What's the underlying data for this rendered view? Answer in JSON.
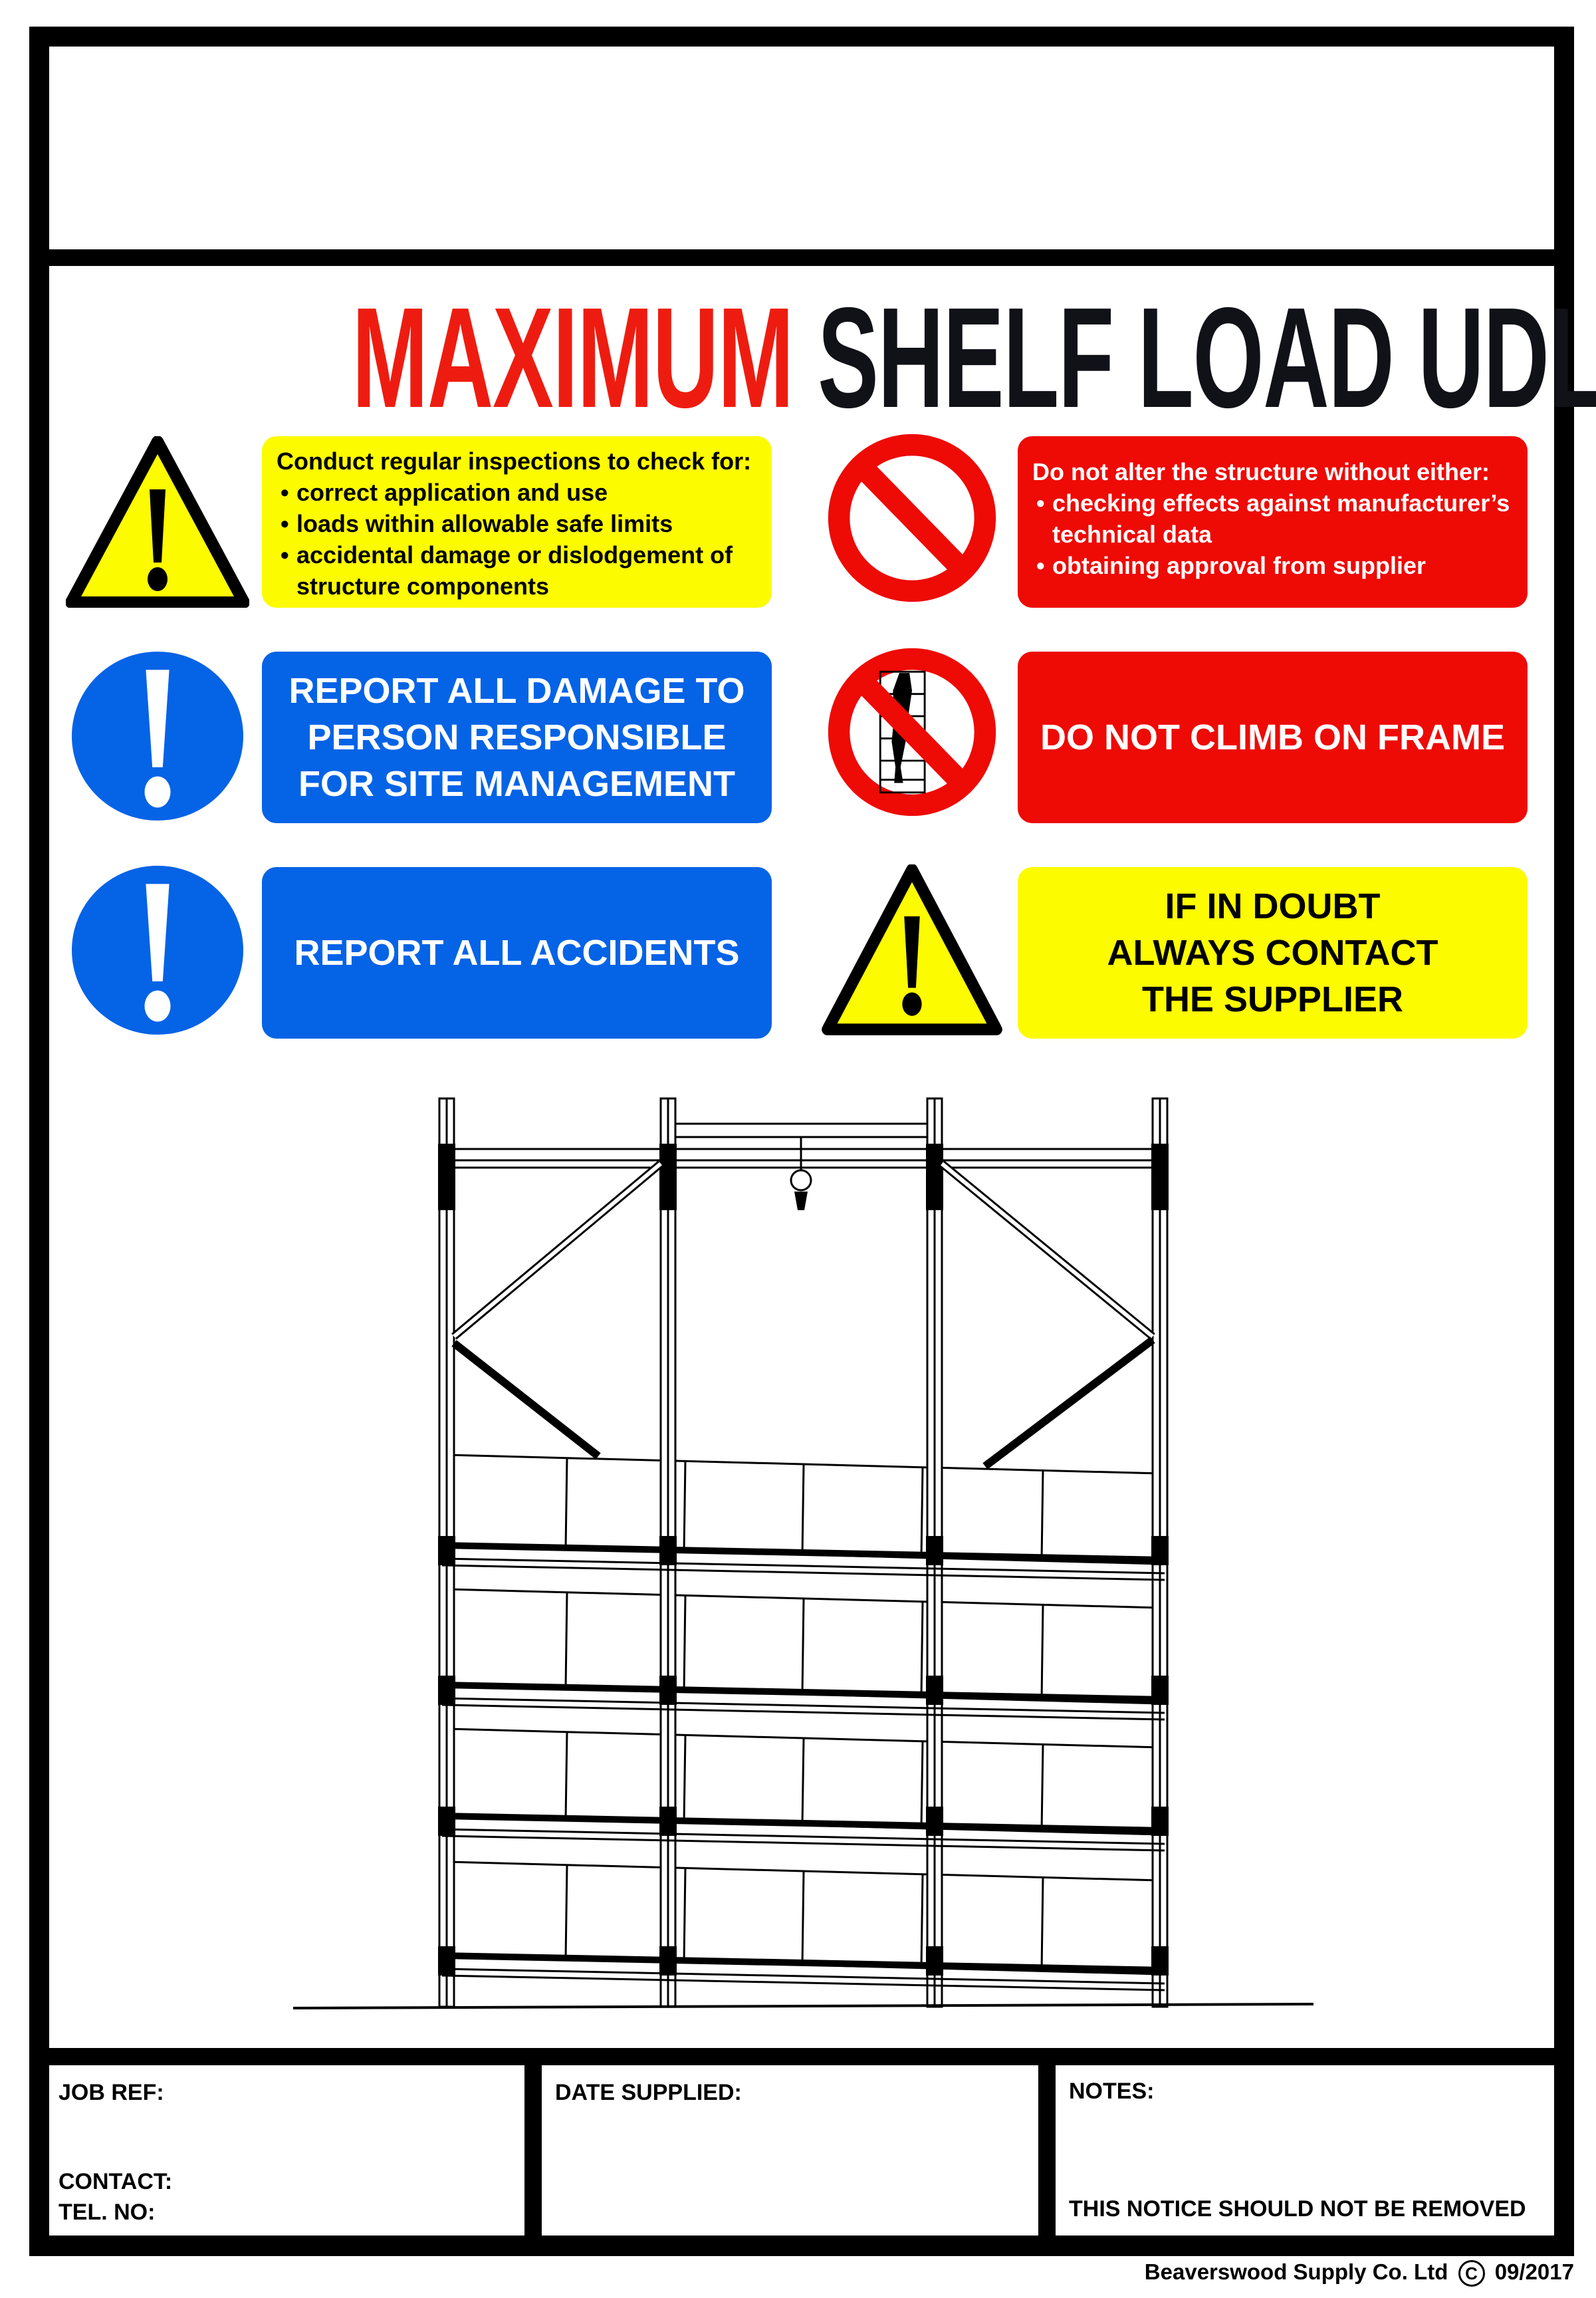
{
  "title": {
    "part1": "MAXIMUM",
    "part2": "SHELF LOAD UDL"
  },
  "colors": {
    "red": "#ee0a05",
    "yellow": "#fdfb00",
    "blue": "#0563e6",
    "black": "#000000"
  },
  "signs": [
    {
      "icon": "warning-triangle-icon",
      "color": "yellow",
      "heading": "Conduct regular inspections to check for:",
      "bullets": [
        "correct application and use",
        "loads within allowable safe limits",
        "accidental damage or dislodgement of structure components"
      ]
    },
    {
      "icon": "prohibition-icon",
      "color": "red",
      "heading": "Do not alter the structure without either:",
      "bullets": [
        "checking effects against manufacturer’s technical data",
        "obtaining approval from supplier"
      ]
    },
    {
      "icon": "mandatory-exclamation-icon",
      "color": "blue",
      "text": "REPORT ALL DAMAGE TO PERSON RESPONSIBLE FOR SITE MANAGEMENT"
    },
    {
      "icon": "no-climbing-icon",
      "color": "red",
      "text": "DO NOT CLIMB ON FRAME"
    },
    {
      "icon": "mandatory-exclamation-icon",
      "color": "blue",
      "text": "REPORT ALL ACCIDENTS"
    },
    {
      "icon": "warning-triangle-icon",
      "color": "yellow",
      "text": "IF IN DOUBT ALWAYS CONTACT THE SUPPLIER"
    }
  ],
  "form": {
    "job_ref": "JOB REF:",
    "contact": "CONTACT:",
    "tel_no": "TEL. NO:",
    "date_supplied": "DATE SUPPLIED:",
    "notes": "NOTES:",
    "notice": "THIS NOTICE SHOULD NOT BE REMOVED"
  },
  "footer": {
    "company": "Beaverswood Supply Co. Ltd",
    "copyright_symbol": "C",
    "date": "09/2017"
  }
}
